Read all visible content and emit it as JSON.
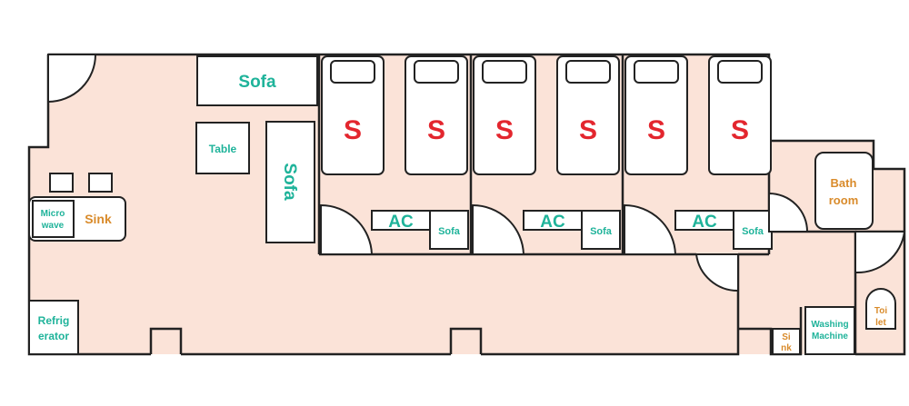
{
  "colors": {
    "floor": "#fbe3d8",
    "wall": "#222222",
    "furniture_fill": "#ffffff",
    "furniture_text": "#1fb39a",
    "fixture_text": "#d98b2b",
    "bed_mark": "#e3262e"
  },
  "labels": {
    "sofa_top": "Sofa",
    "sofa_vertical": "Sofa",
    "table": "Table",
    "microwave_line1": "Micro",
    "microwave_line2": "wave",
    "sink_kitchen": "Sink",
    "refrigerator_line1": "Refrig",
    "refrigerator_line2": "erator",
    "bathroom_line1": "Bath",
    "bathroom_line2": "room",
    "toilet_line1": "Toi",
    "toilet_line2": "let",
    "washing_line1": "Washing",
    "washing_line2": "Machine",
    "sink_small_line1": "Si",
    "sink_small_line2": "nk"
  },
  "rooms": [
    {
      "beds": [
        "S",
        "S"
      ],
      "ac_label": "AC",
      "sofa_label": "Sofa"
    },
    {
      "beds": [
        "S",
        "S"
      ],
      "ac_label": "AC",
      "sofa_label": "Sofa"
    },
    {
      "beds": [
        "S",
        "S"
      ],
      "ac_label": "AC",
      "sofa_label": "Sofa"
    }
  ]
}
